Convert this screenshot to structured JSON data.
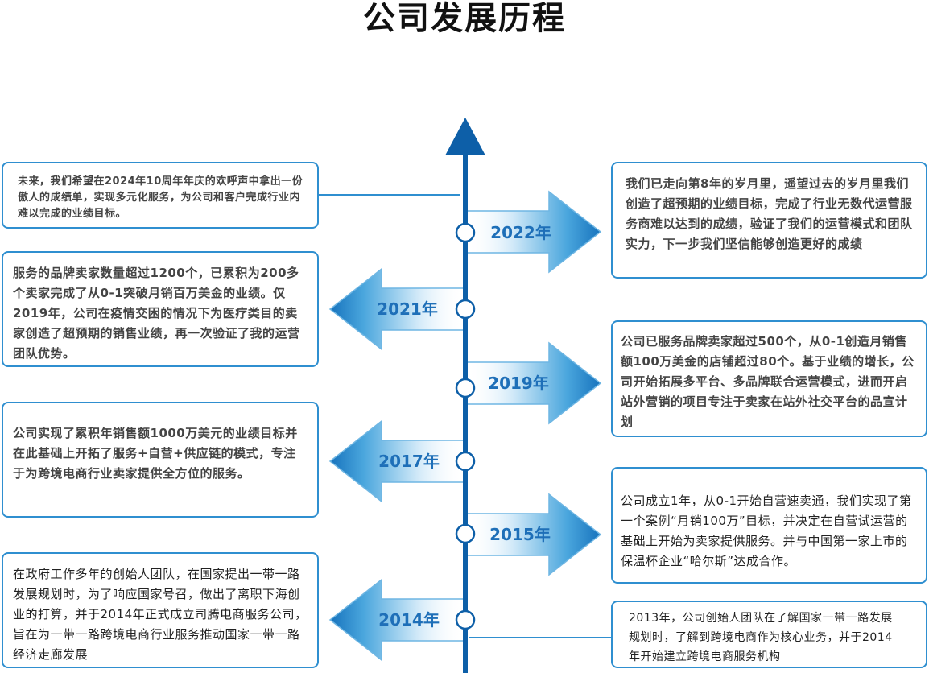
{
  "title": "公司发展历程",
  "colors": {
    "line": "#0d5fa8",
    "border": "#2f8fd0",
    "arrow_dark": "#1f83c8",
    "arrow_light": "#dff0fb",
    "year_text": "#1e6fb8"
  },
  "milestones": [
    {
      "year": "2022年",
      "text": "我们已走向第8年的岁月里，遥望过去的岁月里我们创造了超预期的业绩目标，完成了行业无数代运营服务商难以达到的成绩，验证了我们的运营模式和团队实力，下一步我们坚信能够创造更好的成绩"
    },
    {
      "year": "2021年",
      "text": "服务的品牌卖家数量超过1200个，已累积为200多个卖家完成了从0-1突破月销百万美金的业绩。仅2019年，公司在疫情交困的情况下为医疗类目的卖家创造了超预期的销售业绩，再一次验证了我的运营团队优势。"
    },
    {
      "year": "2019年",
      "text": "公司已服务品牌卖家超过500个，从0-1创造月销售额100万美金的店铺超过80个。基于业绩的增长，公司开始拓展多平台、多品牌联合运营模式，进而开启站外营销的项目专注于卖家在站外社交平台的品宣计划"
    },
    {
      "year": "2017年",
      "text": "公司实现了累积年销售额1000万美元的业绩目标并在此基础上开拓了服务+自营+供应链的模式，专注于为跨境电商行业卖家提供全方位的服务。"
    },
    {
      "year": "2015年",
      "text": "公司成立1年，从0-1开始自营速卖通，我们实现了第一个案例“月销100万”目标，并决定在自营试运营的基础上开始为卖家提供服务。并与中国第一家上市的保温杯企业“哈尔斯”达成合作。"
    },
    {
      "year": "2014年",
      "text": "在政府工作多年的创始人团队，在国家提出一带一路发展规划时，为了响应国家号召，做出了离职下海创业的打算，并于2014年正式成立司腾电商服务公司，旨在为一带一路跨境电商行业服务推动国家一带一路经济走廊发展"
    }
  ],
  "future_text": "未来，我们希望在2024年10周年年庆的欢呼声中拿出一份傲人的成绩单，实现多元化服务，为公司和客户完成行业内难以完成的业绩目标。",
  "origin_text": "2013年，公司创始人团队在了解国家一带一路发展规划时，了解到跨境电商作为核心业务，并于2014年开始建立跨境电商服务机构"
}
